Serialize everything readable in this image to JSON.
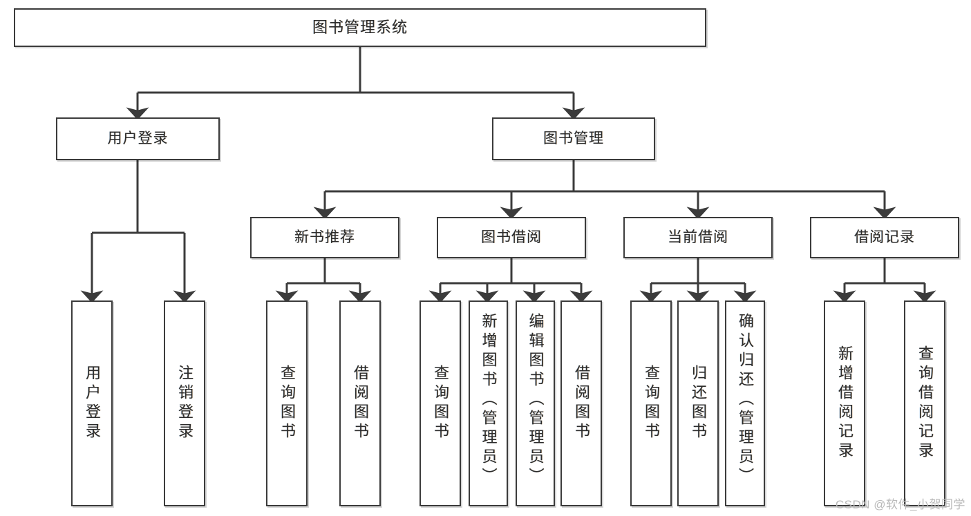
{
  "diagram": {
    "type": "tree-hierarchy-chart",
    "title": "图书管理系统",
    "watermark": "CSDN @软件_小贺同学",
    "colors": {
      "stroke": "#3b3b3b",
      "fill": "#ffffff",
      "text": "#2c2c2c",
      "watermark": "#b9b9b9"
    },
    "nodes": {
      "root": {
        "label": "图书管理系统"
      },
      "level2": [
        {
          "id": "user-login",
          "label": "用户登录"
        },
        {
          "id": "book-management",
          "label": "图书管理"
        }
      ],
      "level3": [
        {
          "id": "new-book-recommend",
          "label": "新书推荐"
        },
        {
          "id": "book-borrow",
          "label": "图书借阅"
        },
        {
          "id": "current-borrow",
          "label": "当前借阅"
        },
        {
          "id": "borrow-record",
          "label": "借阅记录"
        }
      ],
      "leaves": {
        "user_login": [
          {
            "id": "leaf-user-login",
            "label": "用户登录"
          },
          {
            "id": "leaf-logout-login",
            "label": "注销登录"
          }
        ],
        "new_book_recommend": [
          {
            "id": "leaf-query-book-1",
            "label": "查询图书"
          },
          {
            "id": "leaf-borrow-book-1",
            "label": "借阅图书"
          }
        ],
        "book_borrow": [
          {
            "id": "leaf-query-book-2",
            "label": "查询图书"
          },
          {
            "id": "leaf-add-book",
            "label": "新增图书（管理员）"
          },
          {
            "id": "leaf-edit-book",
            "label": "编辑图书（管理员）"
          },
          {
            "id": "leaf-borrow-book-2",
            "label": "借阅图书"
          }
        ],
        "current_borrow": [
          {
            "id": "leaf-query-book-3",
            "label": "查询图书"
          },
          {
            "id": "leaf-return-book",
            "label": "归还图书"
          },
          {
            "id": "leaf-confirm-return",
            "label": "确认归还（管理员）"
          }
        ],
        "borrow_record": [
          {
            "id": "leaf-add-borrow-record",
            "label": "新增借阅记录"
          },
          {
            "id": "leaf-query-borrow-record",
            "label": "查询借阅记录"
          }
        ]
      }
    }
  },
  "chart_data": {
    "type": "tree",
    "title": "图书管理系统",
    "root": "图书管理系统",
    "edges": [
      [
        "图书管理系统",
        "用户登录"
      ],
      [
        "图书管理系统",
        "图书管理"
      ],
      [
        "用户登录",
        "用户登录"
      ],
      [
        "用户登录",
        "注销登录"
      ],
      [
        "图书管理",
        "新书推荐"
      ],
      [
        "图书管理",
        "图书借阅"
      ],
      [
        "图书管理",
        "当前借阅"
      ],
      [
        "图书管理",
        "借阅记录"
      ],
      [
        "新书推荐",
        "查询图书"
      ],
      [
        "新书推荐",
        "借阅图书"
      ],
      [
        "图书借阅",
        "查询图书"
      ],
      [
        "图书借阅",
        "新增图书（管理员）"
      ],
      [
        "图书借阅",
        "编辑图书（管理员）"
      ],
      [
        "图书借阅",
        "借阅图书"
      ],
      [
        "当前借阅",
        "查询图书"
      ],
      [
        "当前借阅",
        "归还图书"
      ],
      [
        "当前借阅",
        "确认归还（管理员）"
      ],
      [
        "借阅记录",
        "新增借阅记录"
      ],
      [
        "借阅记录",
        "查询借阅记录"
      ]
    ],
    "levels": 4,
    "orientation": "top-down"
  }
}
